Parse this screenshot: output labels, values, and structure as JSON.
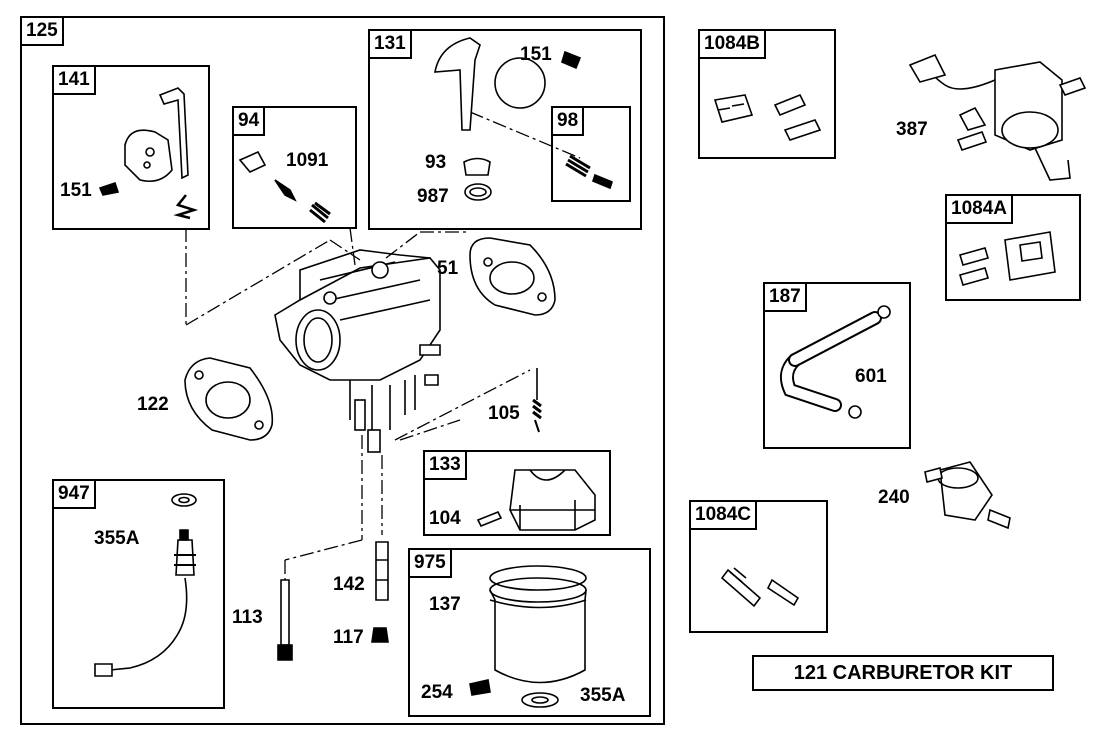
{
  "diagram": {
    "groups": {
      "g125": "125",
      "g141": "141",
      "g94": "94",
      "g131": "131",
      "g98": "98",
      "g133": "133",
      "g947": "947",
      "g975": "975",
      "g1084B": "1084B",
      "g1084A": "1084A",
      "g187": "187",
      "g1084C": "1084C"
    },
    "parts": {
      "p151a": "151",
      "p1091": "1091",
      "p151b": "151",
      "p93": "93",
      "p987": "987",
      "p51": "51",
      "p122": "122",
      "p105": "105",
      "p104": "104",
      "p355a1": "355A",
      "p142": "142",
      "p113": "113",
      "p117": "117",
      "p137": "137",
      "p254": "254",
      "p355a2": "355A",
      "p387": "387",
      "p601": "601",
      "p240": "240"
    },
    "kit_label": "121 CARBURETOR KIT"
  }
}
